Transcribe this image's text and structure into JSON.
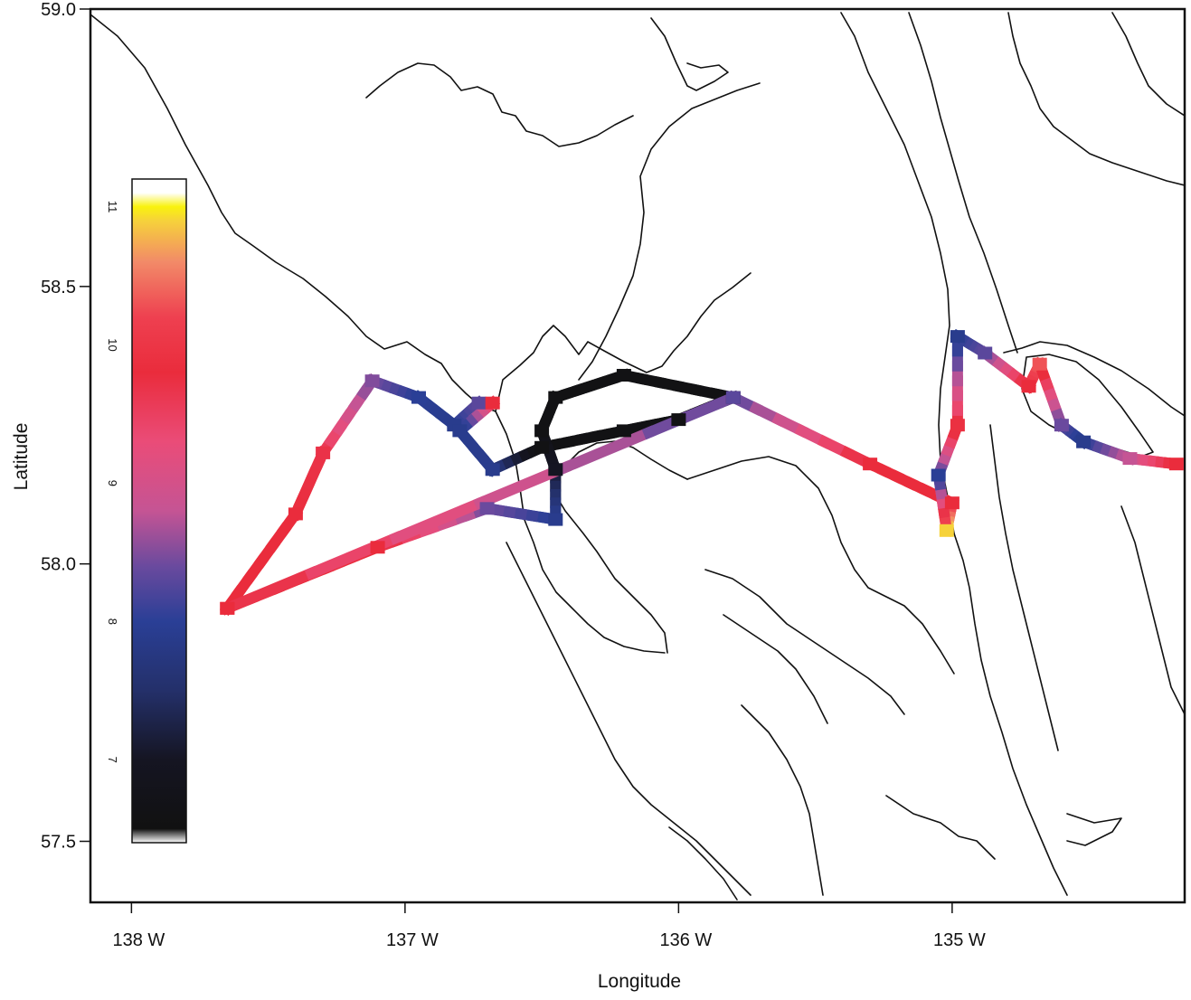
{
  "axes": {
    "xlabel": "Longitude",
    "ylabel": "Latitude",
    "x_ticks": [
      {
        "value": -138,
        "label": "138 W"
      },
      {
        "value": -137,
        "label": "137 W"
      },
      {
        "value": -136,
        "label": "136 W"
      },
      {
        "value": -135,
        "label": "135 W"
      }
    ],
    "y_ticks": [
      {
        "value": 59.0,
        "label": "59.0"
      },
      {
        "value": 58.5,
        "label": "58.5"
      },
      {
        "value": 58.0,
        "label": "58.0"
      },
      {
        "value": 57.5,
        "label": "57.5"
      }
    ]
  },
  "colorbar": {
    "ticks": [
      {
        "value": 7,
        "label": "7"
      },
      {
        "value": 8,
        "label": "8"
      },
      {
        "value": 9,
        "label": "9"
      },
      {
        "value": 10,
        "label": "10"
      },
      {
        "value": 11,
        "label": "11"
      }
    ],
    "range": [
      6.4,
      11.2
    ],
    "stops": [
      {
        "value": 6.4,
        "color": "#ffffff"
      },
      {
        "value": 6.5,
        "color": "#111111"
      },
      {
        "value": 7.0,
        "color": "#151522"
      },
      {
        "value": 7.5,
        "color": "#24306a"
      },
      {
        "value": 8.0,
        "color": "#2a3f96"
      },
      {
        "value": 8.4,
        "color": "#6a4a9e"
      },
      {
        "value": 8.8,
        "color": "#c55494"
      },
      {
        "value": 9.3,
        "color": "#ea4c78"
      },
      {
        "value": 9.8,
        "color": "#ea2c3c"
      },
      {
        "value": 10.2,
        "color": "#ee4050"
      },
      {
        "value": 10.6,
        "color": "#f28a68"
      },
      {
        "value": 10.9,
        "color": "#f6d23a"
      },
      {
        "value": 11.0,
        "color": "#f9f20e"
      },
      {
        "value": 11.1,
        "color": "#ffffff"
      }
    ]
  },
  "chart_data": {
    "type": "scatter",
    "xlim": [
      -138.15,
      -134.15
    ],
    "ylim": [
      57.39,
      59.0
    ],
    "grid": false,
    "legend": "colorbar left inside plot",
    "track": [
      {
        "lon": -137.65,
        "lat": 57.92,
        "value": 9.8
      },
      {
        "lon": -137.4,
        "lat": 58.09,
        "value": 9.8
      },
      {
        "lon": -137.3,
        "lat": 58.2,
        "value": 9.7
      },
      {
        "lon": -137.12,
        "lat": 58.33,
        "value": 8.5
      },
      {
        "lon": -136.95,
        "lat": 58.3,
        "value": 8.0
      },
      {
        "lon": -136.82,
        "lat": 58.25,
        "value": 7.9
      },
      {
        "lon": -136.73,
        "lat": 58.29,
        "value": 8.3
      },
      {
        "lon": -136.68,
        "lat": 58.29,
        "value": 9.8
      },
      {
        "lon": -136.8,
        "lat": 58.24,
        "value": 7.9
      },
      {
        "lon": -136.68,
        "lat": 58.17,
        "value": 7.9
      },
      {
        "lon": -136.5,
        "lat": 58.21,
        "value": 6.6
      },
      {
        "lon": -136.2,
        "lat": 58.24,
        "value": 6.6
      },
      {
        "lon": -136.0,
        "lat": 58.26,
        "value": 6.6
      },
      {
        "lon": -135.8,
        "lat": 58.3,
        "value": 6.6
      },
      {
        "lon": -136.2,
        "lat": 58.34,
        "value": 6.6
      },
      {
        "lon": -136.45,
        "lat": 58.3,
        "value": 6.6
      },
      {
        "lon": -136.5,
        "lat": 58.24,
        "value": 6.6
      },
      {
        "lon": -136.45,
        "lat": 58.17,
        "value": 7.0
      },
      {
        "lon": -136.45,
        "lat": 58.08,
        "value": 7.9
      },
      {
        "lon": -136.7,
        "lat": 58.1,
        "value": 8.4
      },
      {
        "lon": -137.1,
        "lat": 58.03,
        "value": 9.8
      },
      {
        "lon": -137.65,
        "lat": 57.92,
        "value": 9.8
      },
      {
        "lon": -135.8,
        "lat": 58.3,
        "value": 8.3
      },
      {
        "lon": -135.3,
        "lat": 58.18,
        "value": 9.8
      },
      {
        "lon": -135.0,
        "lat": 58.11,
        "value": 9.8
      },
      {
        "lon": -135.02,
        "lat": 58.06,
        "value": 10.9
      },
      {
        "lon": -135.05,
        "lat": 58.16,
        "value": 8.0
      },
      {
        "lon": -134.98,
        "lat": 58.25,
        "value": 9.9
      },
      {
        "lon": -134.98,
        "lat": 58.41,
        "value": 7.9
      },
      {
        "lon": -134.88,
        "lat": 58.38,
        "value": 8.3
      },
      {
        "lon": -134.72,
        "lat": 58.32,
        "value": 9.8
      },
      {
        "lon": -134.68,
        "lat": 58.36,
        "value": 10.3
      },
      {
        "lon": -134.6,
        "lat": 58.25,
        "value": 8.4
      },
      {
        "lon": -134.52,
        "lat": 58.22,
        "value": 7.9
      },
      {
        "lon": -134.35,
        "lat": 58.19,
        "value": 8.8
      },
      {
        "lon": -134.18,
        "lat": 58.18,
        "value": 9.8
      }
    ]
  }
}
